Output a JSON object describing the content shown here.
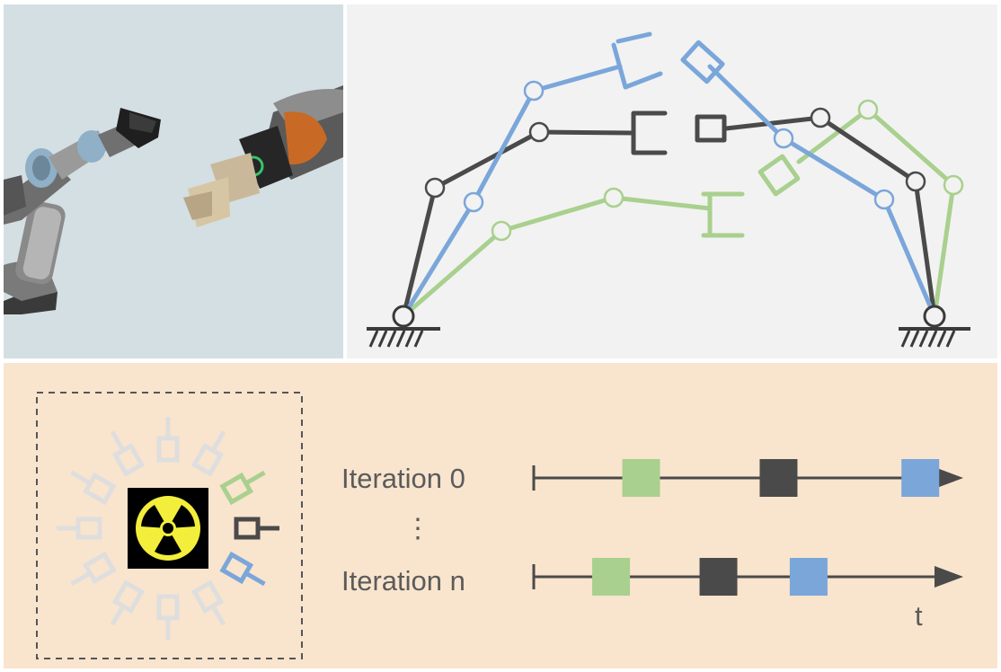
{
  "colors": {
    "blue": "#7aa6da",
    "dark": "#4a4a4a",
    "green": "#a9d08e",
    "light_gray": "#dedede",
    "radiation_yellow": "#f3ee3c",
    "bottom_bg": "#f9e4ce",
    "kin_bg": "#f2f2f2",
    "photo_bg": "#d3dfe3"
  },
  "timeline": {
    "rows": [
      {
        "label": "Iteration 0",
        "events": [
          {
            "color": "green",
            "t": 0.25
          },
          {
            "color": "dark",
            "t": 0.57
          },
          {
            "color": "blue",
            "t": 0.9
          }
        ]
      },
      {
        "label": "Iteration n",
        "events": [
          {
            "color": "green",
            "t": 0.18
          },
          {
            "color": "dark",
            "t": 0.43
          },
          {
            "color": "blue",
            "t": 0.64
          }
        ]
      }
    ],
    "ellipsis": "⋮",
    "axis_label": "t"
  },
  "icons": {
    "radiation": "radiation-hazard-icon"
  }
}
